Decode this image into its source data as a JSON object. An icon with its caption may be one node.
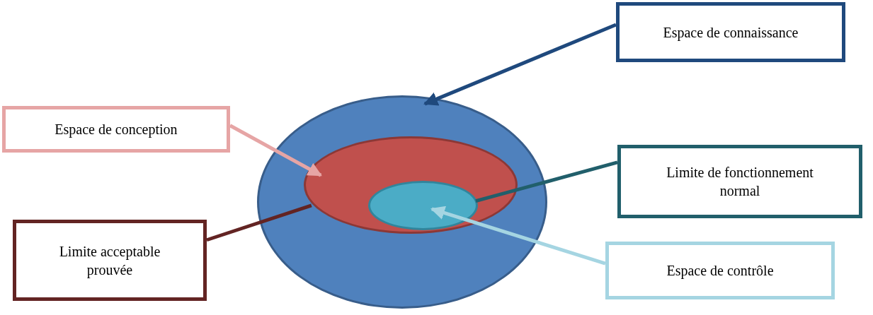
{
  "diagram": {
    "nodes": [
      {
        "text": [
          "Espace de connaissance"
        ]
      },
      {
        "text": [],
        "shape": "ellipse"
      },
      {
        "text": [
          "Espace de conception"
        ]
      },
      {
        "text": [],
        "shape": "ellipse",
        "in": 1
      },
      {
        "text": [
          "Limite de fonctionnement normal"
        ]
      },
      {
        "text": [],
        "shape": "ellipse",
        "in": 3
      },
      {
        "text": [
          "Limite acceptable prouvée"
        ]
      },
      {
        "text": [
          "Espace de contrôle"
        ]
      }
    ],
    "edges": [
      {
        "from": 0,
        "to": 1,
        "arrow": "to",
        "color": "#1f497d"
      },
      {
        "from": 2,
        "to": 3,
        "arrow": "to",
        "color": "#e6a5a5"
      },
      {
        "from": 4,
        "to": 5,
        "arrow": "none",
        "color": "#215f6b"
      },
      {
        "from": 6,
        "to": 3,
        "arrow": "none",
        "color": "#632423"
      },
      {
        "from": 7,
        "to": 5,
        "arrow": "to",
        "color": "#a5d5e2"
      }
    ]
  }
}
